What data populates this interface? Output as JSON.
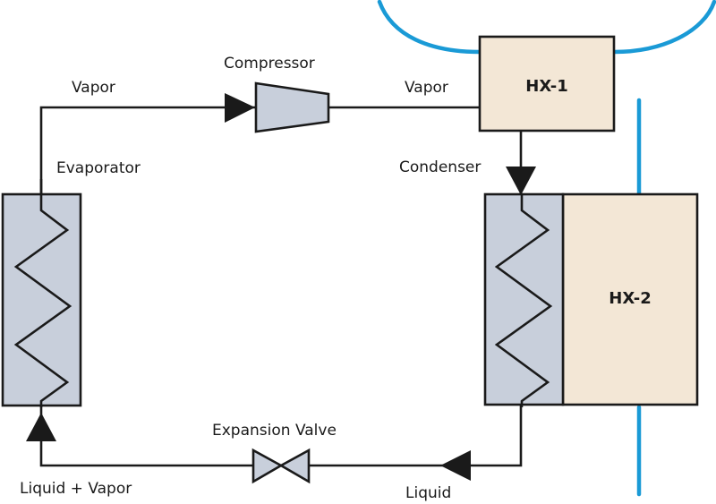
{
  "diagram": {
    "title": "Vapor-compression refrigeration cycle",
    "colors": {
      "refrigerant_component": "#c8cfdb",
      "heat_exchanger": "#f3e7d6",
      "water_line": "#1a9ad6",
      "line": "#1a1a1a"
    },
    "components": {
      "compressor": "Compressor",
      "evaporator": "Evaporator",
      "condenser": "Condenser",
      "expansion_valve": "Expansion Valve",
      "hx1": "HX-1",
      "hx2": "HX-2"
    },
    "states": {
      "evap_outlet": "Vapor",
      "comp_outlet": "Vapor",
      "cond_outlet": "Liquid",
      "valve_outlet": "Liquid + Vapor"
    },
    "flow_direction": [
      "Evaporator",
      "Compressor",
      "HX-1",
      "Condenser",
      "Expansion Valve",
      "Evaporator"
    ]
  }
}
